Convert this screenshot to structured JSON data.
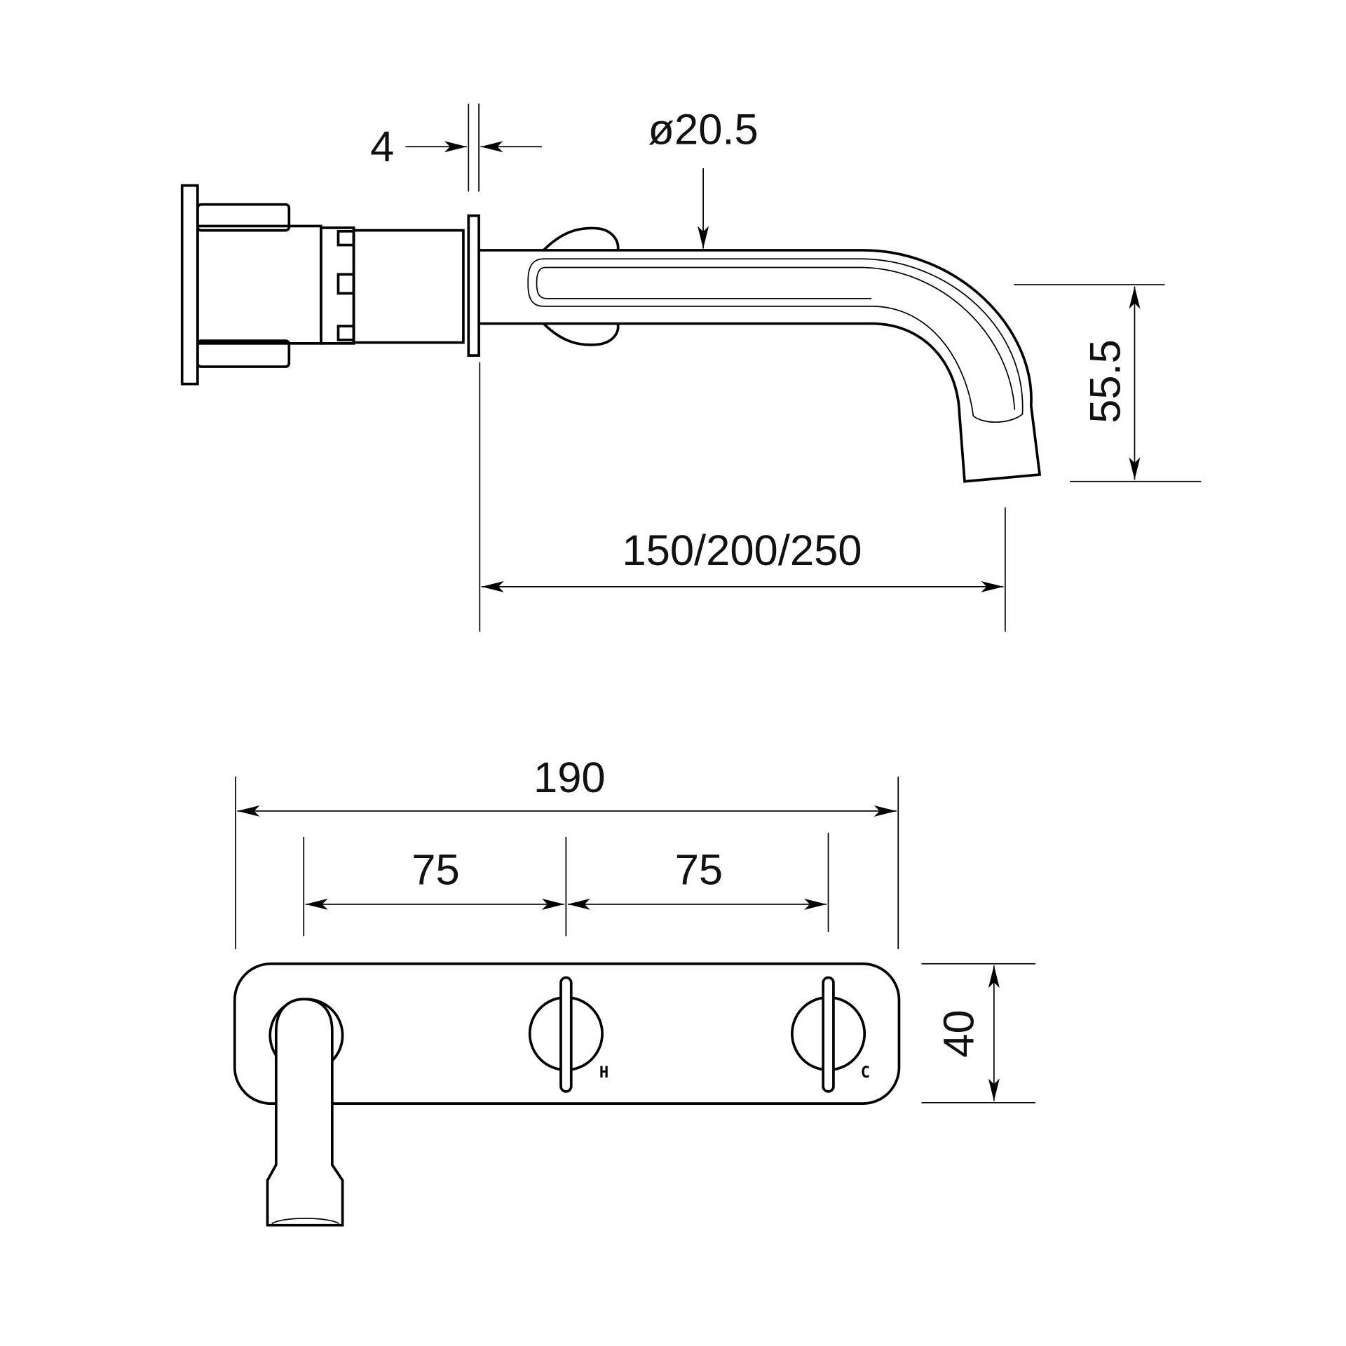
{
  "side_view": {
    "flange_thickness": "4",
    "spout_diameter": "ø20.5",
    "spout_drop": "55.5",
    "spout_projection": "150/200/250"
  },
  "front_view": {
    "plate_width": "190",
    "spacing_left": "75",
    "spacing_right": "75",
    "plate_height": "40",
    "hot_marker": "H",
    "cold_marker": "C"
  },
  "colors": {
    "line": "#000000",
    "background": "#ffffff"
  }
}
